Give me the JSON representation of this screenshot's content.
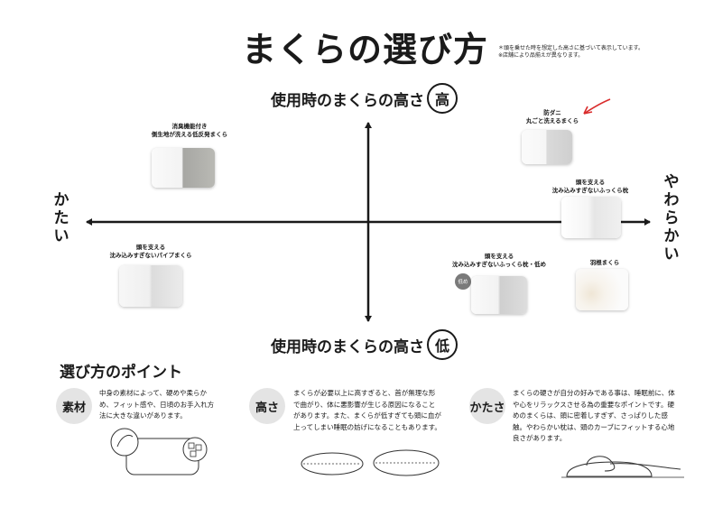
{
  "title": "まくらの選び方",
  "note": [
    "＊頭を乗せた時を想定した高さに基づいて表示しています。",
    "※店舗により品揃えが異なります。"
  ],
  "axis": {
    "top_label": "使用時のまくらの高さ",
    "top_mark": "高",
    "bottom_label": "使用時のまくらの高さ",
    "bottom_mark": "低",
    "left_label": "かたい",
    "right_label": "やわらかい"
  },
  "pillows": {
    "p1": [
      "消臭機能付き",
      "側生地が洗える低反発まくら"
    ],
    "p2": [
      "防ダニ",
      "丸ごと洗えるまくら"
    ],
    "p3": [
      "頭を支える",
      "沈み込みすぎないふっくら枕"
    ],
    "p4": [
      "頭を支える",
      "沈み込みすぎないパイプまくら"
    ],
    "p5": [
      "頭を支える",
      "沈み込みすぎないふっくら枕・低め"
    ],
    "p5_badge": "低め",
    "p6": [
      "羽根まくら"
    ]
  },
  "section_title": "選び方のポイント",
  "points": [
    {
      "badge": "素材",
      "lines": [
        "中身の素材によって、硬めや柔らか",
        "め、フィット感や、日頃のお手入れ方",
        "法に大きな違いがあります。"
      ]
    },
    {
      "badge": "高さ",
      "lines": [
        "まくらが必要以上に高すぎると、首が無理な形",
        "で曲がり、体に悪影響が生じる原因になること",
        "があります。また、まくらが低すぎても頭に血が",
        "上ってしまい睡眠の妨げになることもあります。"
      ]
    },
    {
      "badge": "かたさ",
      "lines": [
        "まくらの硬さが自分の好みである事は、睡眠前に、体",
        "や心をリラックスさせる為の重要なポイントです。硬",
        "めのまくらは、頭に密着しすぎず、さっぱりした感",
        "触。やわらかい枕は、頭のカーブにフィットする心地",
        "良さがあります。"
      ]
    }
  ],
  "colors": {
    "accent_arrow": "#d92b2b",
    "badge_bg": "#e4e4e4",
    "ink": "#1a1a1a"
  }
}
